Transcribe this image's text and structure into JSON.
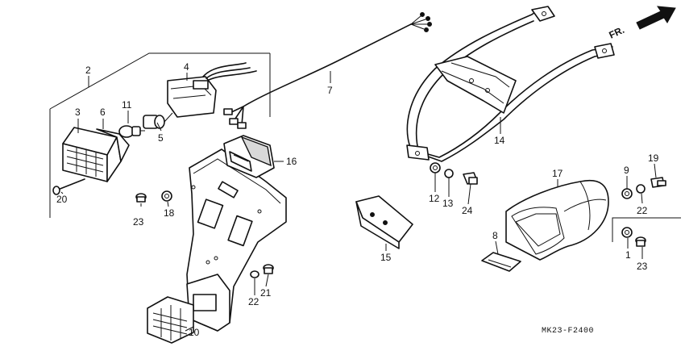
{
  "diagram": {
    "code": "MK23-F2400",
    "direction_label": "FR.",
    "callouts": [
      "1",
      "2",
      "3",
      "4",
      "5",
      "6",
      "7",
      "8",
      "9",
      "10",
      "11",
      "12",
      "13",
      "14",
      "15",
      "16",
      "17",
      "19",
      "20",
      "21",
      "22",
      "22",
      "23",
      "23",
      "24"
    ]
  }
}
